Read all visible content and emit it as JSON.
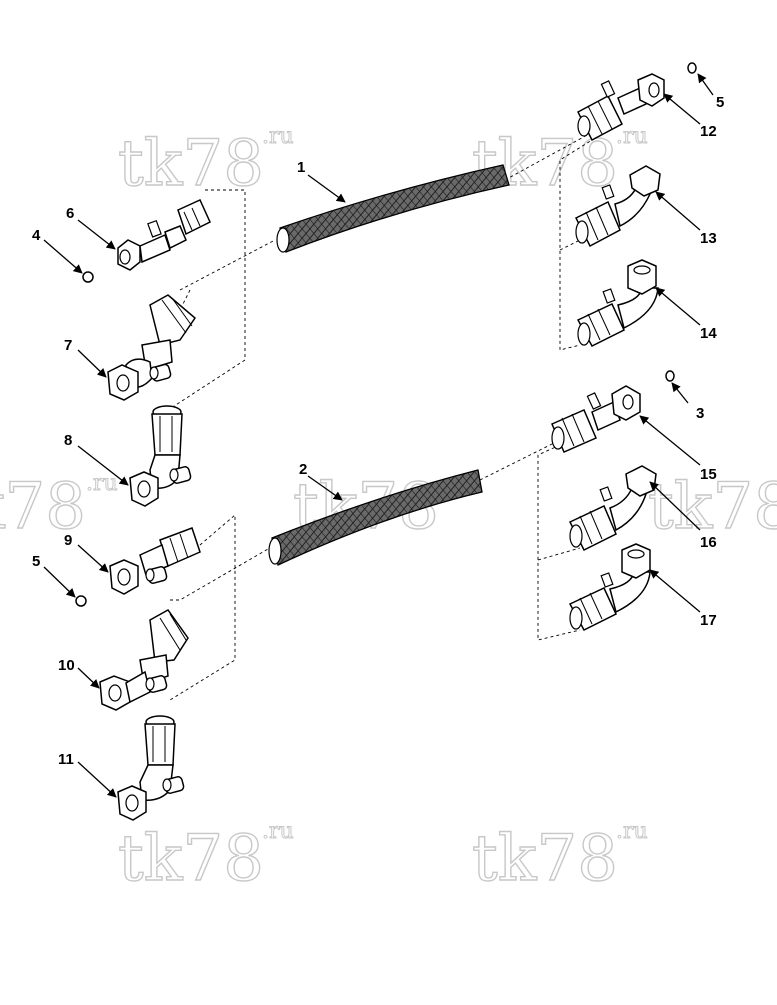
{
  "diagram": {
    "watermark": {
      "main": "tk78",
      "suffix": ".ru"
    },
    "colors": {
      "ink": "#000000",
      "watermark": "#c8c8c8",
      "hose_fill": "#555555",
      "background": "#ffffff"
    },
    "callouts": {
      "c1": "1",
      "c2": "2",
      "c3": "3",
      "c4": "4",
      "c5a": "5",
      "c5b": "5",
      "c6": "6",
      "c7": "7",
      "c8": "8",
      "c9": "9",
      "c10": "10",
      "c11": "11",
      "c12": "12",
      "c13": "13",
      "c14": "14",
      "c15": "15",
      "c16": "16",
      "c17": "17"
    }
  }
}
